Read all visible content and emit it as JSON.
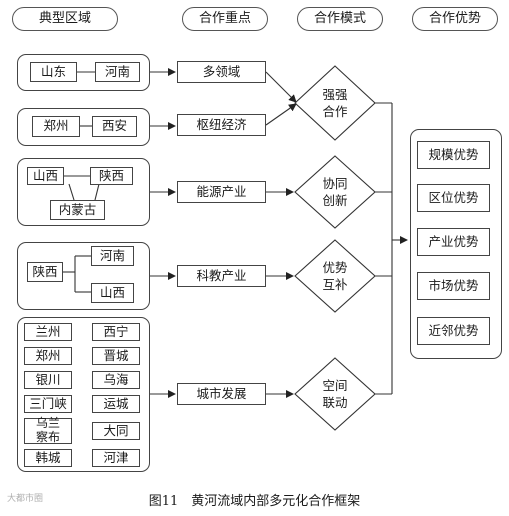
{
  "headers": {
    "regions": "典型区域",
    "focus": "合作重点",
    "modes": "合作模式",
    "advantages": "合作优势"
  },
  "regions": {
    "r1": [
      "山东",
      "河南"
    ],
    "r2": [
      "郑州",
      "西安"
    ],
    "r3": [
      "山西",
      "陕西",
      "内蒙古"
    ],
    "r4": [
      "陕西",
      "河南",
      "山西"
    ],
    "r5": {
      "left": [
        "兰州",
        "郑州",
        "银川",
        "三门峡",
        "乌兰察布",
        "韩城"
      ],
      "right": [
        "西宁",
        "晋城",
        "乌海",
        "运城",
        "大同",
        "河津"
      ]
    }
  },
  "focus": [
    "多领域",
    "枢纽经济",
    "能源产业",
    "科教产业",
    "城市发展"
  ],
  "modes": [
    "强强合作",
    "协同创新",
    "优势互补",
    "空间联动"
  ],
  "advantages": [
    "规模优势",
    "区位优势",
    "产业优势",
    "市场优势",
    "近邻优势"
  ],
  "caption": "图11　黄河流域内部多元化合作框架",
  "watermark": "大都市圈"
}
